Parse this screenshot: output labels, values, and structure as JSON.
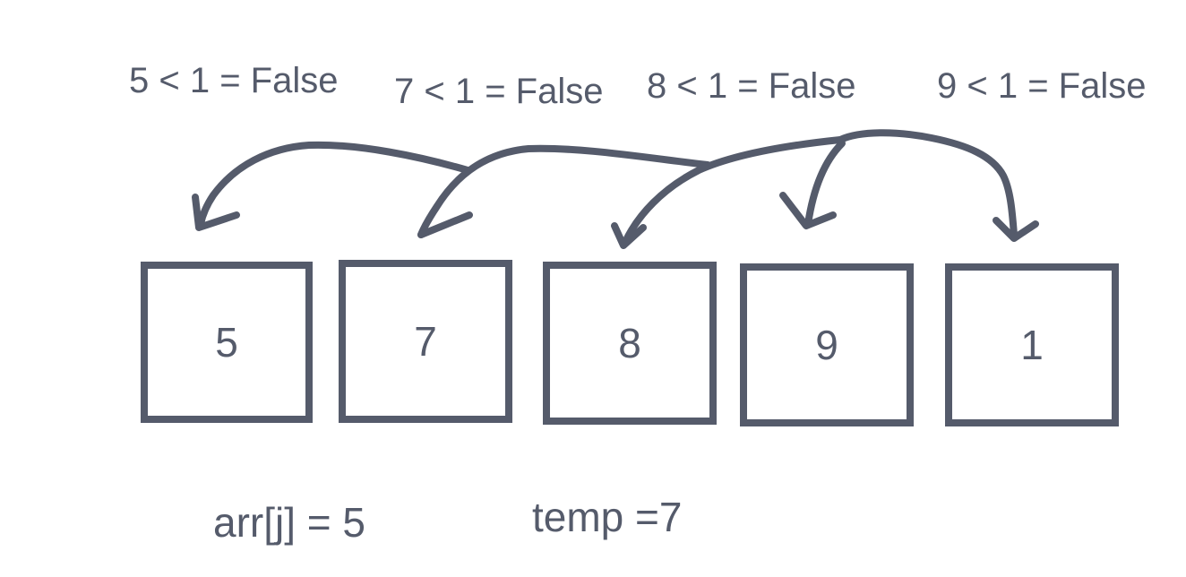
{
  "comparisons": [
    {
      "text": "5 < 1 = False"
    },
    {
      "text": "7 < 1 = False"
    },
    {
      "text": "8 < 1 = False"
    },
    {
      "text": "9 < 1 = False"
    }
  ],
  "array": {
    "cells": [
      {
        "value": "5"
      },
      {
        "value": "7"
      },
      {
        "value": "8"
      },
      {
        "value": "9"
      },
      {
        "value": "1"
      }
    ]
  },
  "variables": {
    "arr_j": "arr[j] = 5",
    "temp": "temp =7"
  },
  "colors": {
    "ink": "#555b6b",
    "background": "#ffffff"
  }
}
